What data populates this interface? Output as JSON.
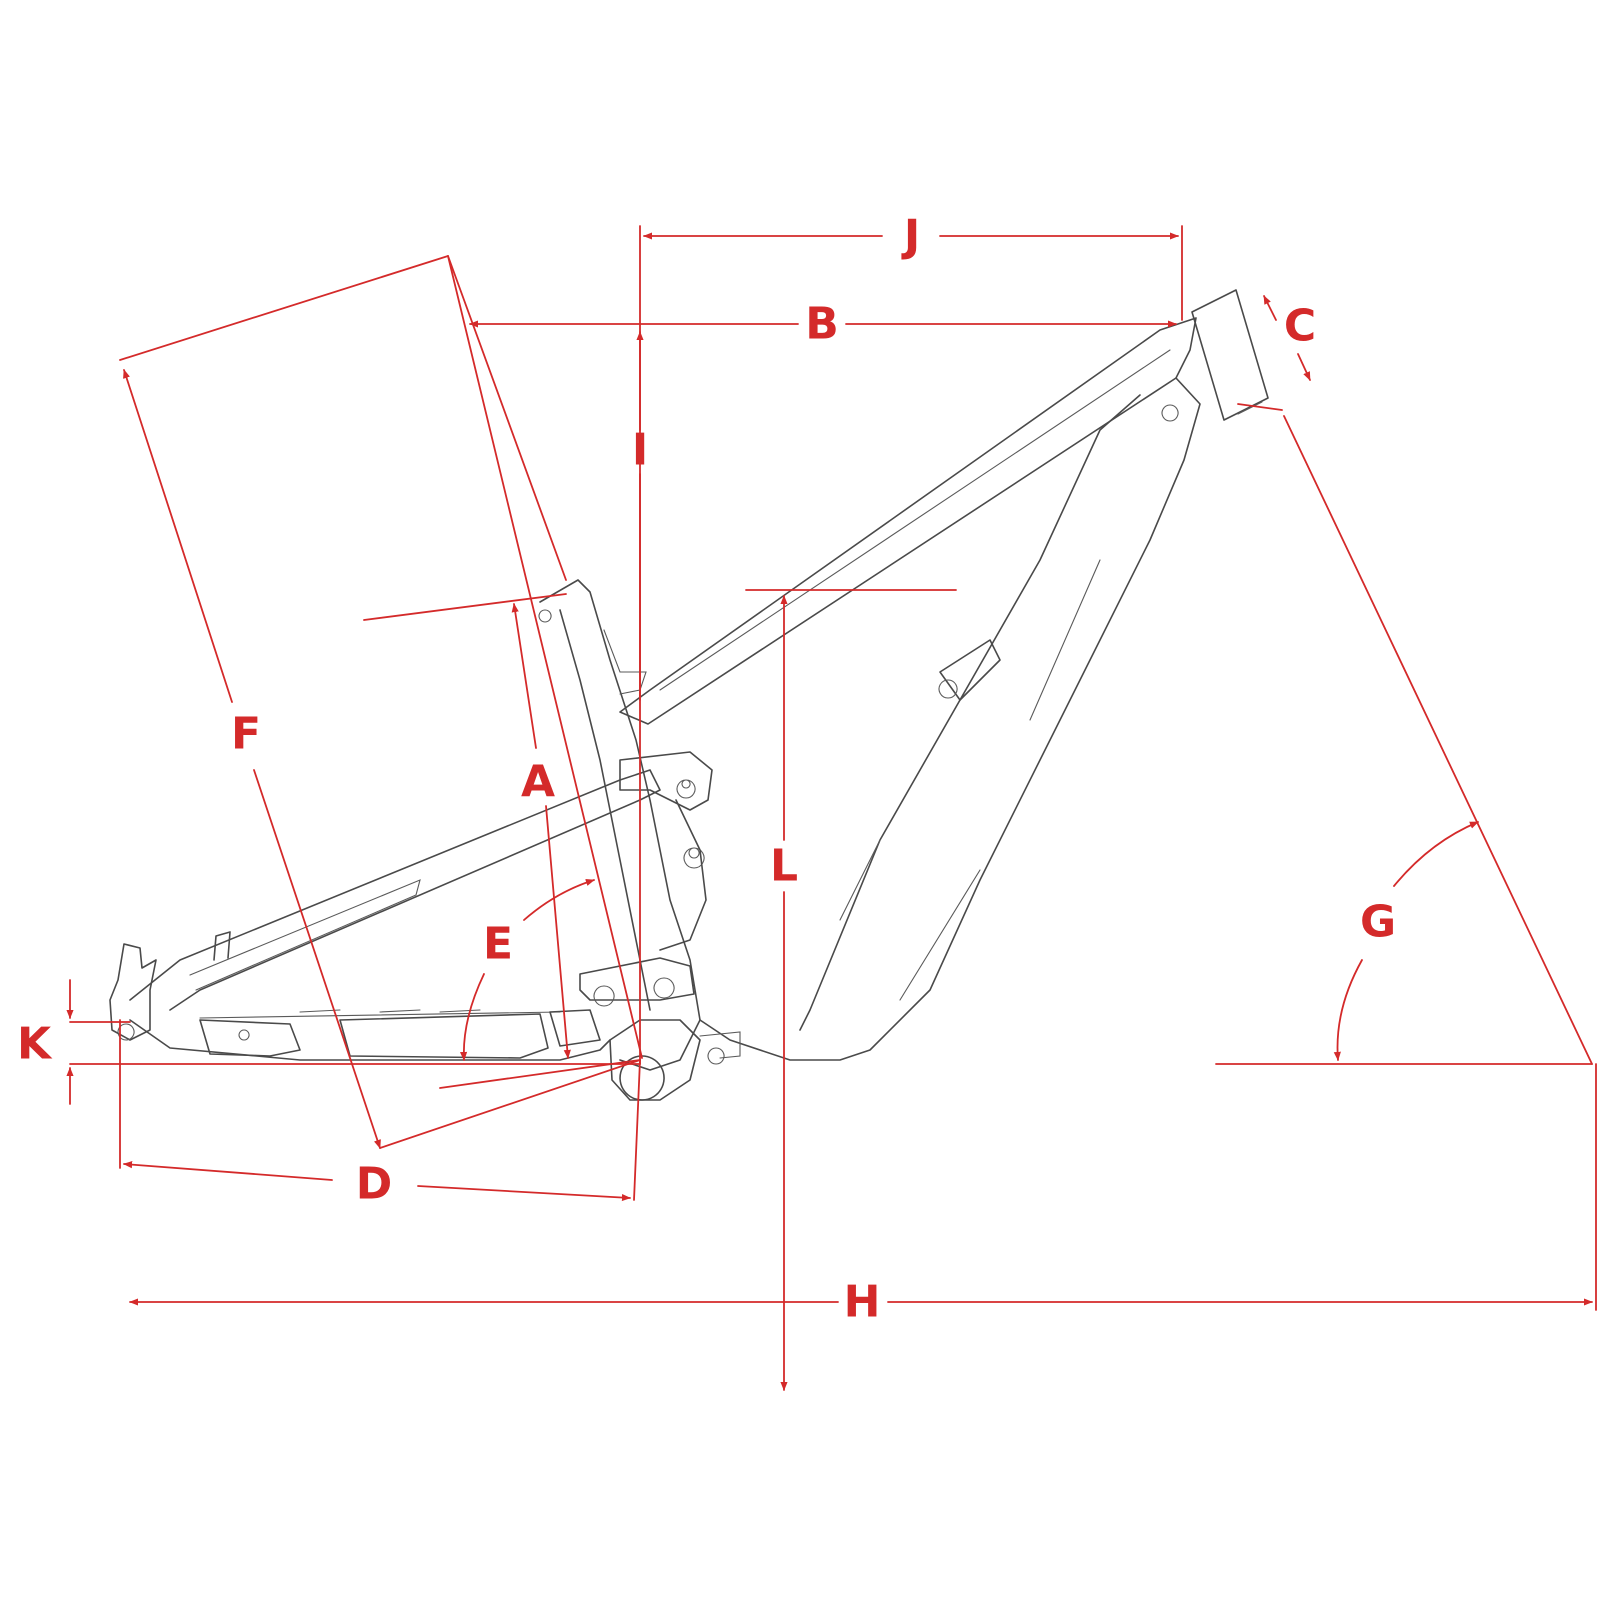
{
  "diagram": {
    "accent_color": "#d42a2a",
    "frame_color": "#4a4a4a",
    "labels": {
      "A": "A",
      "B": "B",
      "C": "C",
      "D": "D",
      "E": "E",
      "F": "F",
      "G": "G",
      "H": "H",
      "I": "I",
      "J": "J",
      "K": "K",
      "L": "L"
    }
  }
}
